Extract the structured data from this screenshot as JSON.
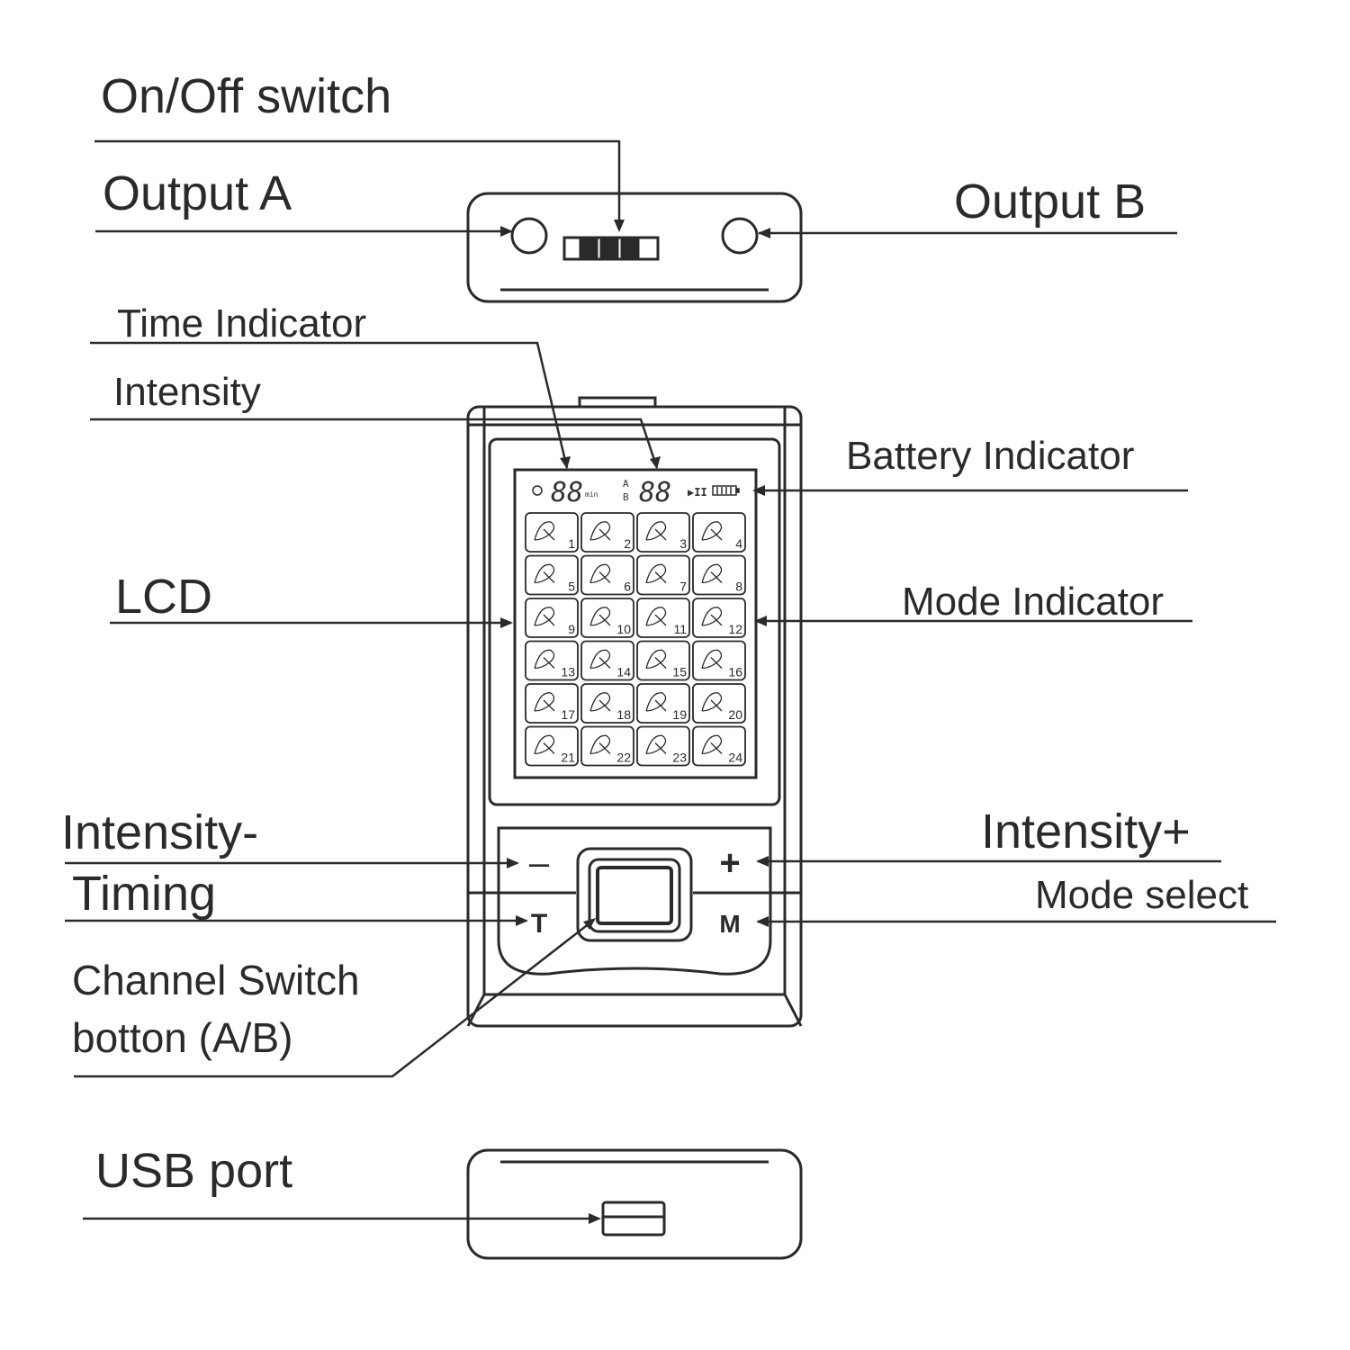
{
  "labels": {
    "on_off_switch": "On/Off  switch",
    "output_a": "Output   A",
    "output_b": "Output  B",
    "time_indicator": "Time Indicator",
    "intensity": "Intensity",
    "battery_indicator": "Battery Indicator",
    "lcd": "LCD",
    "mode_indicator": "Mode Indicator",
    "intensity_minus": "Intensity-",
    "intensity_plus": "Intensity+",
    "timing": "Timing",
    "mode_select": "Mode select",
    "channel_switch_line1": "Channel Switch",
    "channel_switch_line2": "botton (A/B)",
    "usb_port": "USB  port"
  },
  "device": {
    "time_digits": "88",
    "time_unit": "min",
    "channel_a": "A",
    "channel_b": "B",
    "intensity_digits": "88",
    "play_pause": "▶II",
    "minus_key": "–",
    "plus_key": "+",
    "timing_key": "T",
    "mode_key": "M",
    "mode_numbers": [
      "1",
      "2",
      "3",
      "4",
      "5",
      "6",
      "7",
      "8",
      "9",
      "10",
      "11",
      "12",
      "13",
      "14",
      "15",
      "16",
      "17",
      "18",
      "19",
      "20",
      "21",
      "22",
      "23",
      "24"
    ]
  },
  "colors": {
    "line": "#2a2a2a",
    "device_fill": "#ffffff",
    "lcd_fill": "#ffffff"
  }
}
